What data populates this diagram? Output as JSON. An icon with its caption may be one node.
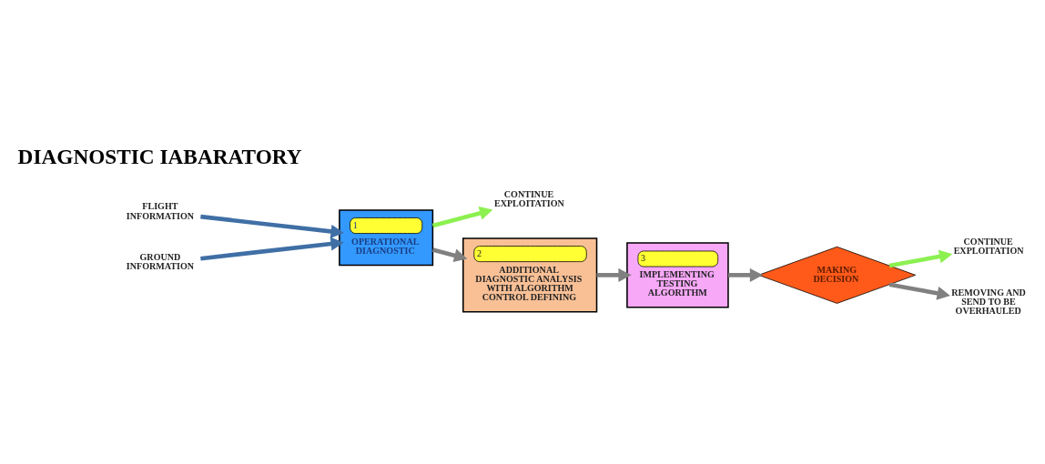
{
  "diagram": {
    "nodes": [
      {
        "text": [
          "FLIGHT INFORMATION"
        ]
      },
      {
        "text": [
          "GROUND INFORMATION"
        ]
      },
      {
        "text": [
          "CONTINUE EXPLOITATION"
        ]
      },
      {
        "text": [
          "1",
          "OPERATIONAL DIAGNOSTIC"
        ]
      },
      {
        "text": [
          "2",
          "ADDITIONAL DIAGNOSTIC ANALYSIS WITH ALGORITHM CONTROL DEFINING"
        ]
      },
      {
        "text": [
          "3",
          "IMPLEMENTING TESTING ALGORITHM"
        ]
      },
      {
        "text": [
          "CONTINUE EXPLOITATION"
        ]
      },
      {
        "text": [
          "MAKING DECISION"
        ]
      },
      {
        "text": [
          "REMOVING AND SEND TO BE OVERHAULED"
        ]
      }
    ],
    "edges": [
      {
        "from": 0,
        "to": 3,
        "arrow": "to",
        "color": "#3f6fa5"
      },
      {
        "from": 1,
        "to": 3,
        "arrow": "to",
        "color": "#3f6fa5"
      },
      {
        "from": 3,
        "to": 2,
        "arrow": "to",
        "color": "#8cf050"
      },
      {
        "from": 3,
        "to": 4,
        "arrow": "to"
      },
      {
        "from": 4,
        "to": 5,
        "arrow": "to"
      },
      {
        "from": 5,
        "to": 7,
        "arrow": "to"
      },
      {
        "from": 7,
        "to": 6,
        "arrow": "to",
        "color": "#8cf050"
      },
      {
        "from": 7,
        "to": 8,
        "arrow": "to"
      }
    ],
    "labels": [
      "DIAGNOSTIC IABARATORY"
    ]
  }
}
